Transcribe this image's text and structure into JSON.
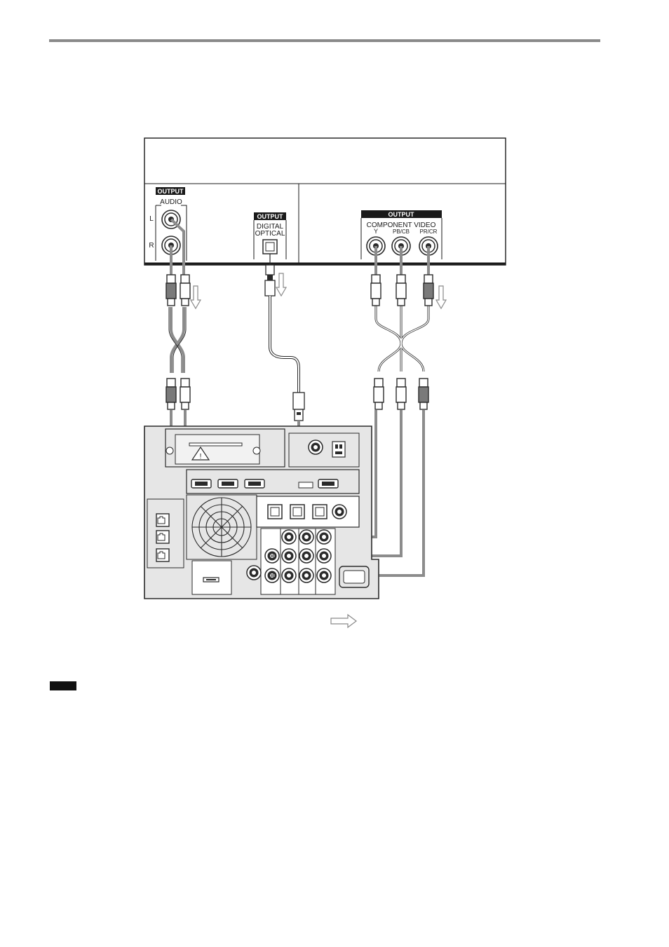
{
  "source_device": {
    "audio_output": {
      "header": "OUTPUT",
      "title": "AUDIO",
      "left_label": "L",
      "right_label": "R"
    },
    "digital_output": {
      "header": "OUTPUT",
      "line1": "DIGITAL",
      "line2": "OPTICAL"
    },
    "component_output": {
      "header": "OUTPUT",
      "title": "COMPONENT VIDEO",
      "jack_y": "Y",
      "jack_pb": "PB/CB",
      "jack_pr": "PR/CR"
    }
  },
  "colors": {
    "cable": "#8c8c8c",
    "panel": "#e6e6e6",
    "outline": "#2a2a2a",
    "header_fill": "#1a1a1a"
  },
  "icons": [
    "warning-triangle-icon",
    "signal-flow-arrow-icon",
    "hdmi-port-icon",
    "optical-port-icon",
    "rca-jack-icon",
    "fan-grille-icon",
    "lan-port-icon"
  ]
}
